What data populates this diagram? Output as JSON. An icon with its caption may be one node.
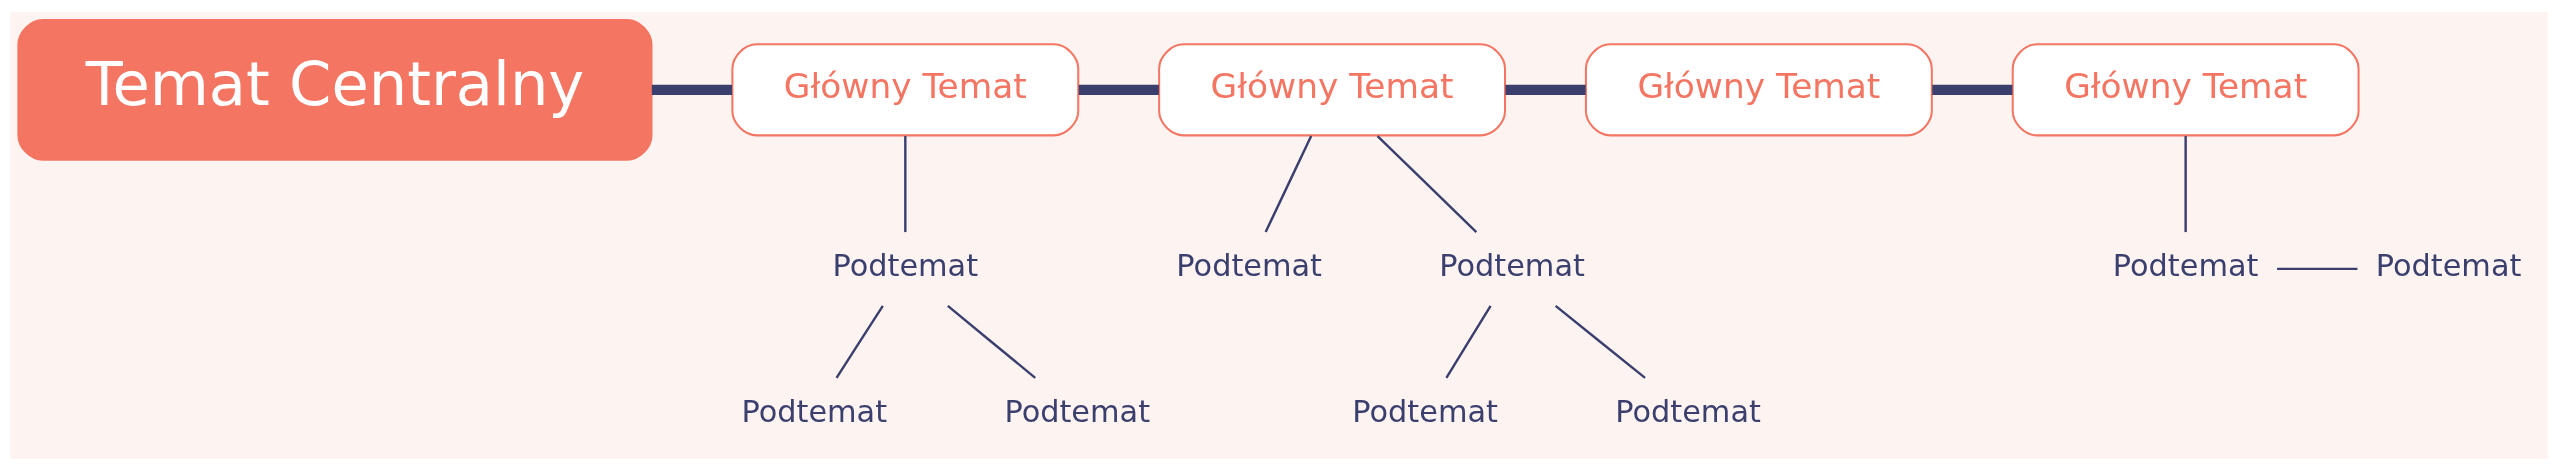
{
  "diagram": {
    "nodes": [
      {
        "text": [
          "Temat Centralny"
        ]
      },
      {
        "text": [
          "Główny Temat"
        ]
      },
      {
        "text": [
          "Podtemat"
        ]
      },
      {
        "text": [
          "Podtemat"
        ]
      },
      {
        "text": [
          "Podtemat"
        ]
      },
      {
        "text": [
          "Główny Temat"
        ]
      },
      {
        "text": [
          "Podtemat"
        ]
      },
      {
        "text": [
          "Podtemat"
        ]
      },
      {
        "text": [
          "Podtemat"
        ]
      },
      {
        "text": [
          "Podtemat"
        ]
      },
      {
        "text": [
          "Główny Temat"
        ]
      },
      {
        "text": [
          "Główny Temat"
        ]
      },
      {
        "text": [
          "Podtemat"
        ]
      },
      {
        "text": [
          "Podtemat"
        ]
      }
    ],
    "edges": [
      {
        "from": 0,
        "to": 1,
        "arrow": "none",
        "style": "thick"
      },
      {
        "from": 1,
        "to": 2,
        "arrow": "none"
      },
      {
        "from": 2,
        "to": 3,
        "arrow": "none"
      },
      {
        "from": 2,
        "to": 4,
        "arrow": "none"
      },
      {
        "from": 1,
        "to": 5,
        "arrow": "none",
        "style": "thick"
      },
      {
        "from": 5,
        "to": 6,
        "arrow": "none"
      },
      {
        "from": 5,
        "to": 7,
        "arrow": "none"
      },
      {
        "from": 7,
        "to": 8,
        "arrow": "none"
      },
      {
        "from": 7,
        "to": 9,
        "arrow": "none"
      },
      {
        "from": 5,
        "to": 10,
        "arrow": "none",
        "style": "thick"
      },
      {
        "from": 10,
        "to": 11,
        "arrow": "none",
        "style": "thick"
      },
      {
        "from": 11,
        "to": 12,
        "arrow": "none"
      },
      {
        "from": 12,
        "to": 13,
        "arrow": "none"
      }
    ]
  }
}
